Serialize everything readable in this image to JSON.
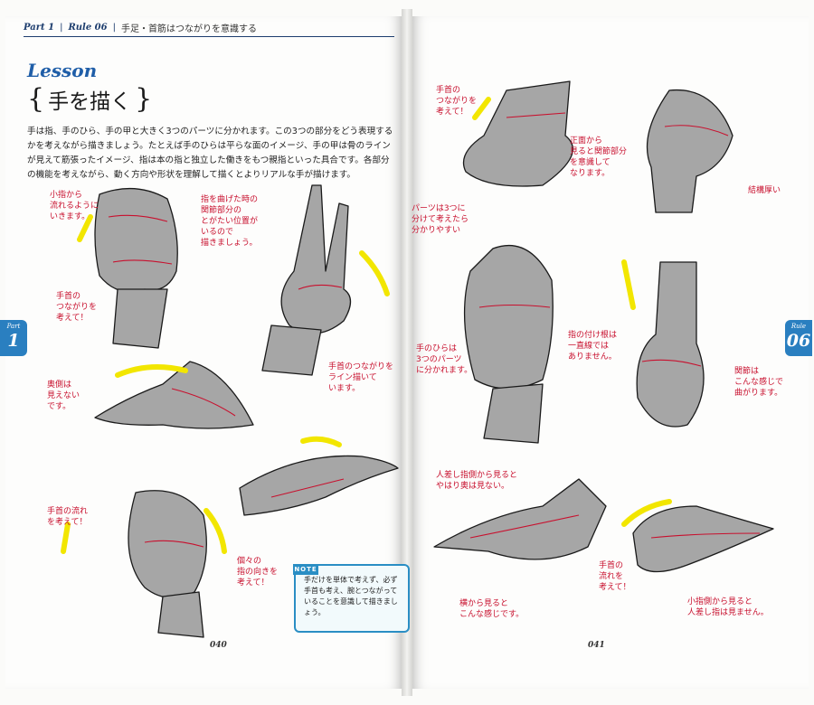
{
  "header": {
    "part": "Part 1",
    "sep1": "|",
    "rule": "Rule 06",
    "sep2": "|",
    "title": "手足・首筋はつながりを意識する"
  },
  "lesson_label": "Lesson",
  "heading": {
    "brace_open": "{",
    "text": "手を描く",
    "brace_close": "}"
  },
  "lead_text": "手は指、手のひら、手の甲と大きく3つのパーツに分かれます。この3つの部分をどう表現するかを考えながら描きましょう。たとえば手のひらは平らな面のイメージ、手の甲は骨のラインが見えて筋張ったイメージ、指は本の指と独立した働きをもつ親指といった具合です。各部分の機能を考えながら、動く方向や形状を理解して描くとよりリアルな手が描けます。",
  "tabs": {
    "left": {
      "label": "Part",
      "num": "1"
    },
    "right": {
      "label": "Rule",
      "num": "06"
    }
  },
  "page_numbers": {
    "left": "040",
    "right": "041"
  },
  "note": {
    "label": "NOTE",
    "text": "手だけを単体で考えず、必ず手首も考え、腕とつながっていることを意識して描きましょう。"
  },
  "annotations": {
    "a1": "小指から\n流れるように\nいきます。",
    "a2": "指を曲げた時の\n関節部分の\nとがたい位置が\nいるので\n描きましょう。",
    "a3": "手首の\nつながりを\n考えて！",
    "a4": "手首のつながりを\nライン描いて\nいます。",
    "a5": "奥側は\n見えない\nです。",
    "a6": "手首の流れ\nを考えて！",
    "a7": "個々の\n指の向きを\n考えて！",
    "a8": "手首の\nつながりを\n考えて！",
    "a9": "正面から\n見ると関節部分\nを意識して\nなります。",
    "a10": "パーツは3つに\n分けて考えたら\n分かりやすい",
    "a11": "結構厚い",
    "a12": "手のひらは\n3つのパーツ\nに分かれます。",
    "a13": "指の付け根は\n一直線では\nありません。",
    "a14": "関節は\nこんな感じで\n曲がります。",
    "a15": "人差し指側から見ると\nやはり奥は見ない。",
    "a16": "手首の\n流れを\n考えて！",
    "a17": "横から見ると\nこんな感じです。",
    "a18": "小指側から見ると\n人差し指は見ません。"
  },
  "colors": {
    "annotation_red": "#c8102e",
    "accent_blue": "#2a7fc0",
    "highlight_yellow": "#f2e600",
    "shadow_gray": "#a6a6a6"
  }
}
